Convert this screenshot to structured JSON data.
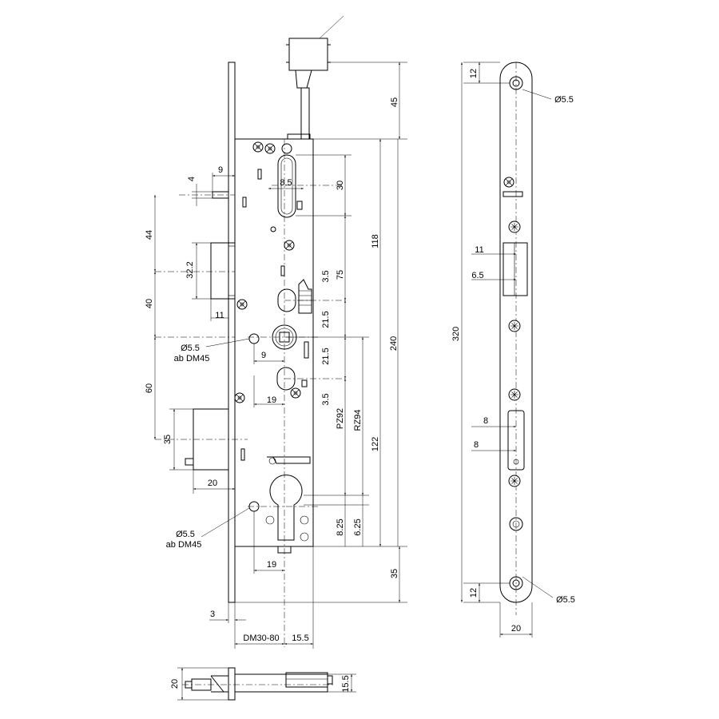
{
  "drawing": {
    "main_view": {
      "dims": {
        "top_45": "45",
        "h_118": "118",
        "h_240": "240",
        "bot_35": "35",
        "d_30": "30",
        "d_85": "8.5",
        "d_75": "75",
        "d_35a": "3.5",
        "d_215a": "21.5",
        "d_215b": "21.5",
        "d_35b": "3.5",
        "pz92": "PZ92",
        "rz94": "RZ94",
        "h_122": "122",
        "d_825": "8.25",
        "d_625": "6.25",
        "d_9_top": "9",
        "d_4": "4",
        "d_44": "44",
        "d_322": "32.2",
        "d_40": "40",
        "d_11": "11",
        "d_55a": "Ø5.5",
        "d_abdm45a": "ab DM45",
        "d_9_mid": "9",
        "d_19a": "19",
        "d_60": "60",
        "d_35c": "35",
        "d_20": "20",
        "d_55b": "Ø5.5",
        "d_abdm45b": "ab DM45",
        "d_19b": "19",
        "d_3": "3",
        "dm": "DM30-80",
        "d_155": "15.5"
      }
    },
    "faceplate_view": {
      "dims": {
        "d_12_top": "12",
        "d_55_top": "Ø5.5",
        "d_11": "11",
        "d_65": "6.5",
        "d_320": "320",
        "d_8a": "8",
        "d_8b": "8",
        "d_12_bot": "12",
        "d_55_bot": "Ø5.5",
        "d_20": "20"
      }
    },
    "bottom_view": {
      "dims": {
        "d_20": "20",
        "d_155": "15.5"
      }
    }
  }
}
